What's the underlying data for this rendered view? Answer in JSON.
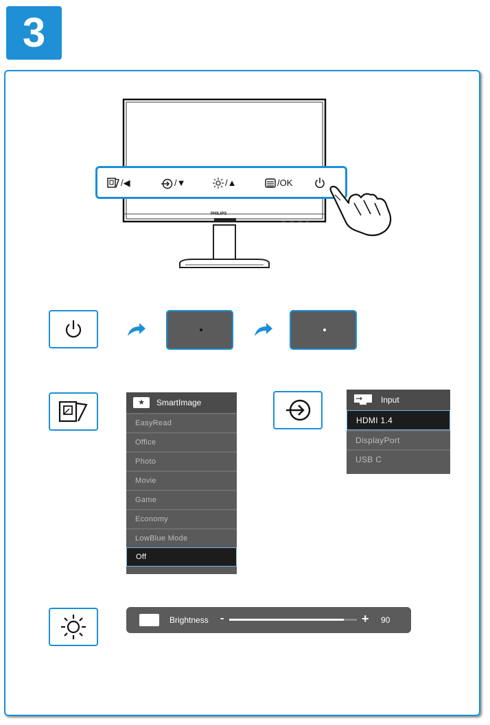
{
  "step": {
    "number": "3"
  },
  "monitor": {
    "brand": "PHILIPS"
  },
  "controls": {
    "k1": "/◀",
    "k2": "/▼",
    "k3": "/▲",
    "k4": "/OK"
  },
  "smartimage": {
    "title": "SmartImage",
    "items": [
      "EasyRead",
      "Office",
      "Photo",
      "Movie",
      "Game",
      "Economy",
      "LowBlue Mode",
      "Off"
    ],
    "selected": "Off"
  },
  "input_menu": {
    "title": "Input",
    "items": [
      "HDMI 1.4",
      "DisplayPort",
      "USB C"
    ],
    "selected": "HDMI 1.4"
  },
  "brightness": {
    "label": "Brightness",
    "minus": "-",
    "plus": "+",
    "value": "90",
    "level": 0.9
  },
  "colors": {
    "accent": "#1a8fd6",
    "menu_bg": "#5a5a5a"
  }
}
